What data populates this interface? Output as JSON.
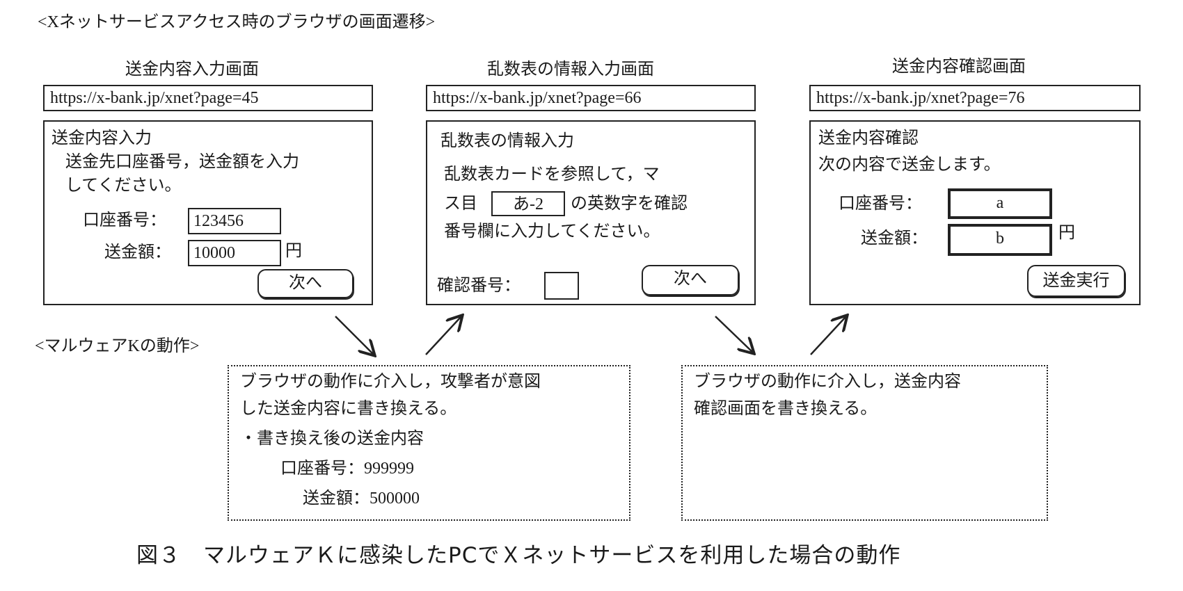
{
  "section_title": "<Xネットサービスアクセス時のブラウザの画面遷移>",
  "screens": [
    {
      "heading": "送金内容入力画面",
      "url": "https://x-bank.jp/xnet?page=45",
      "title": "送金内容入力",
      "lines": [
        "送金先口座番号，送金額を入力",
        "してください。"
      ],
      "account_label": "口座番号：",
      "account_value": "123456",
      "amount_label": "送金額：",
      "amount_value": "10000",
      "yen": "円",
      "button": "次へ"
    },
    {
      "heading": "乱数表の情報入力画面",
      "url": "https://x-bank.jp/xnet?page=66",
      "title": "乱数表の情報入力",
      "line1": "乱数表カードを参照して，マ",
      "line2_pre": "ス目",
      "cell": "あ-2",
      "line2_post": "の英数字を確認",
      "line3": "番号欄に入力してください。",
      "confirm_label": "確認番号：",
      "confirm_value": "",
      "button": "次へ"
    },
    {
      "heading": "送金内容確認画面",
      "url": "https://x-bank.jp/xnet?page=76",
      "title": "送金内容確認",
      "line": "次の内容で送金します。",
      "account_label": "口座番号：",
      "account_value": "a",
      "amount_label": "送金額：",
      "amount_value": "b",
      "yen": "円",
      "button": "送金実行"
    }
  ],
  "malware_title": "<マルウェアKの動作>",
  "malware_boxes": [
    {
      "lines": [
        "ブラウザの動作に介入し，攻撃者が意図",
        "した送金内容に書き換える。",
        "・書き換え後の送金内容"
      ],
      "account": "口座番号：999999",
      "amount": "送金額：500000"
    },
    {
      "lines": [
        "ブラウザの動作に介入し，送金内容",
        "確認画面を書き換える。"
      ]
    }
  ],
  "caption": "図３　マルウェアＫに感染したPCでＸネットサービスを利用した場合の動作"
}
